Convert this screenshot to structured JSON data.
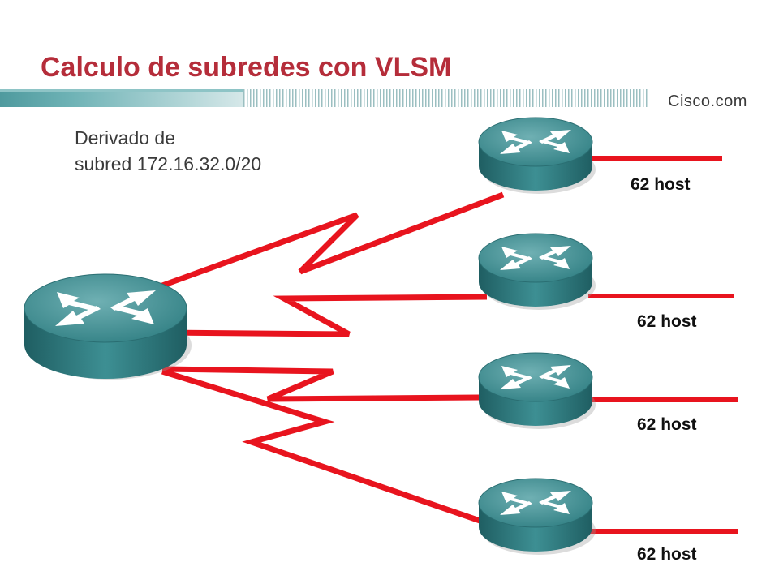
{
  "slide": {
    "title": "Calculo de subredes con VLSM",
    "brand": "Cisco.com",
    "note_line1": "Derivado de",
    "note_line2": "subred 172.16.32.0/20"
  },
  "hosts": [
    {
      "label": "62 host"
    },
    {
      "label": "62 host"
    },
    {
      "label": "62 host"
    },
    {
      "label": "62 host"
    }
  ],
  "colors": {
    "title": "#b52d3a",
    "serial_link": "#e8141e",
    "router_body": "#2f7e82",
    "header_band": "#5aa3a6"
  },
  "icons": {
    "router": "router-icon",
    "link": "serial-link-zigzag"
  }
}
